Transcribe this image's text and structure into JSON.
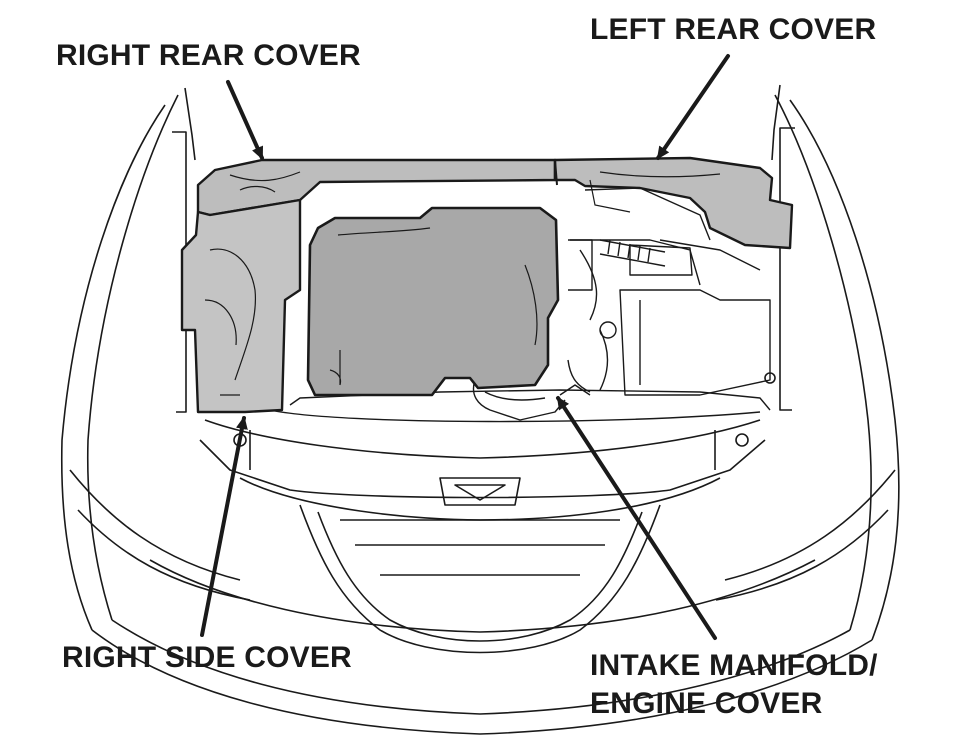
{
  "labels": {
    "right_rear_cover": "RIGHT REAR COVER",
    "left_rear_cover": "LEFT REAR COVER",
    "right_side_cover": "RIGHT SIDE COVER",
    "intake_line1": "INTAKE MANIFOLD/",
    "intake_line2": "ENGINE COVER"
  },
  "colors": {
    "line": "#1a1a1a",
    "cover_fill": "#bdbdbd",
    "engine_fill": "#a8a8a8",
    "background": "#ffffff"
  }
}
